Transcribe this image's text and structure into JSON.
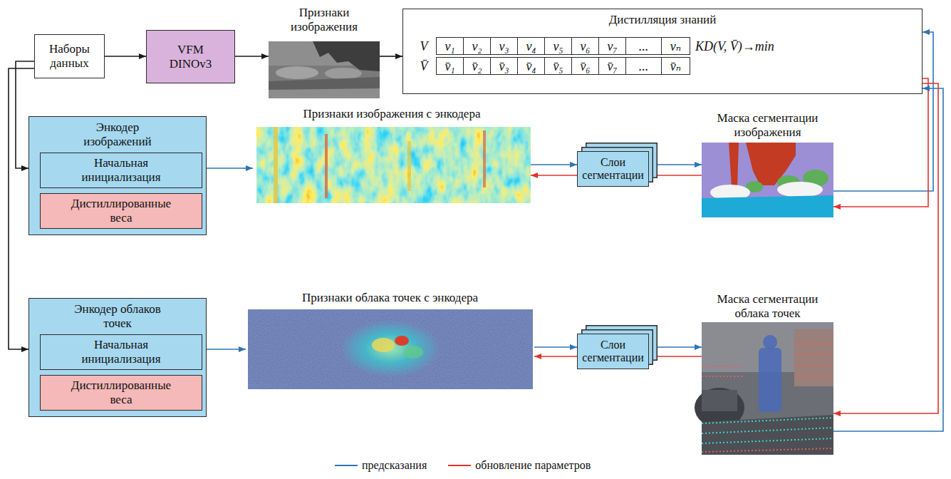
{
  "diagram": {
    "nodes": [
      {
        "text": [
          "Наборы данных"
        ]
      },
      {
        "text": [
          "VFM DINOv3"
        ]
      },
      {
        "text": [
          "Признаки изображения"
        ]
      },
      {
        "text": [
          "Дистилляция знаний"
        ]
      },
      {
        "text": [
          "Энкодер изображений"
        ]
      },
      {
        "text": [
          "Начальная инициализация"
        ],
        "in": 4
      },
      {
        "text": [
          "Дистиллированные веса"
        ],
        "in": 4
      },
      {
        "text": [
          "Признаки изображения с энкодера"
        ]
      },
      {
        "text": [
          "Слои сегментации"
        ]
      },
      {
        "text": [
          "Маска сегментации изображения"
        ]
      },
      {
        "text": [
          "Энкодер облаков точек"
        ]
      },
      {
        "text": [
          "Начальная инициализация"
        ],
        "in": 10
      },
      {
        "text": [
          "Дистиллированные веса"
        ],
        "in": 10
      },
      {
        "text": [
          "Признаки облака точек с энкодера"
        ]
      },
      {
        "text": [
          "Слои сегментации"
        ]
      },
      {
        "text": [
          "Маска сегментации облака точек"
        ]
      }
    ],
    "edges": [
      {
        "from": 0,
        "to": 1,
        "arrow": "to"
      },
      {
        "from": 1,
        "to": 2,
        "arrow": "to"
      },
      {
        "from": 2,
        "to": 3,
        "arrow": "to"
      },
      {
        "from": 0,
        "to": 4,
        "arrow": "to"
      },
      {
        "from": 0,
        "to": 10,
        "arrow": "to"
      },
      {
        "from": 4,
        "to": 7,
        "arrow": "to"
      },
      {
        "from": 7,
        "to": 8,
        "arrow": "to"
      },
      {
        "from": 8,
        "to": 7,
        "arrow": "to"
      },
      {
        "from": 8,
        "to": 9,
        "arrow": "to"
      },
      {
        "from": 9,
        "to": 8,
        "arrow": "to"
      },
      {
        "from": 9,
        "to": 3,
        "arrow": "to"
      },
      {
        "from": 3,
        "to": 9,
        "arrow": "to"
      },
      {
        "from": 10,
        "to": 13,
        "arrow": "to"
      },
      {
        "from": 13,
        "to": 14,
        "arrow": "to"
      },
      {
        "from": 14,
        "to": 13,
        "arrow": "to"
      },
      {
        "from": 14,
        "to": 15,
        "arrow": "to"
      },
      {
        "from": 15,
        "to": 14,
        "arrow": "to"
      },
      {
        "from": 15,
        "to": 3,
        "arrow": "to"
      },
      {
        "from": 3,
        "to": 15,
        "arrow": "to"
      }
    ],
    "labels": [
      "V",
      "v₁",
      "v₂",
      "v₃",
      "v₄",
      "v₅",
      "v₆",
      "v₇",
      "...",
      "vₙ",
      "KD(V, V̄)→min",
      "V̄",
      "v̄₁",
      "v̄₂",
      "v̄₃",
      "v̄₄",
      "v̄₅",
      "v̄₆",
      "v̄₇",
      "...",
      "v̄ₙ"
    ],
    "legend": [
      {
        "text": "предсказания"
      },
      {
        "text": "обновление параметров"
      }
    ]
  }
}
